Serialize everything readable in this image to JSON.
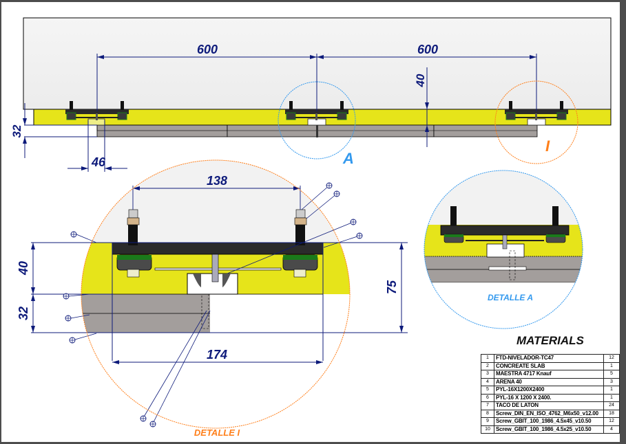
{
  "drawing": {
    "dimensions": {
      "top_spacing_1": "600",
      "top_spacing_2": "600",
      "slab_height": "40",
      "board_thickness": "32",
      "profile_width": "46",
      "bolt_spacing": "138",
      "detail_height_40": "40",
      "detail_height_32": "32",
      "total_height": "75",
      "plate_width": "174"
    },
    "callouts": {
      "detail_a_marker": "A",
      "detail_i_marker": "I",
      "detail_a_title": "DETALLE A",
      "detail_i_title": "DETALLE I"
    },
    "colors": {
      "slab_fill": "#e6e41a",
      "board_fill": "#a39e9c",
      "plate_fill": "#2b2b2b",
      "dimension": "#0d1a7a",
      "detail_a": "#3399ee",
      "detail_i": "#ff7f1a"
    }
  },
  "materials": {
    "title": "MATERIALS",
    "rows": [
      {
        "no": "1",
        "desc": "FTD-NIVELADOR-TC47",
        "qty": "12"
      },
      {
        "no": "2",
        "desc": "CONCREATE SLAB",
        "qty": "1"
      },
      {
        "no": "3",
        "desc": "MAESTRA 4717 Knauf",
        "qty": "5"
      },
      {
        "no": "4",
        "desc": "ARENA 40",
        "qty": "3"
      },
      {
        "no": "5",
        "desc": "PYL-16X1200X2400",
        "qty": "1"
      },
      {
        "no": "6",
        "desc": "PYL-16 X 1200 X 2400.",
        "qty": "1"
      },
      {
        "no": "7",
        "desc": "TACO DE LATON",
        "qty": "24"
      },
      {
        "no": "8",
        "desc": "Screw_DIN_EN_ISO_4762_M6x50_v12.00",
        "qty": "18"
      },
      {
        "no": "9",
        "desc": "Screw_GBIT_100_1986_4.5x45_v10.50",
        "qty": "12"
      },
      {
        "no": "10",
        "desc": "Screw_GBIT_100_1986_4.5x25_v10.50",
        "qty": "4"
      }
    ]
  }
}
